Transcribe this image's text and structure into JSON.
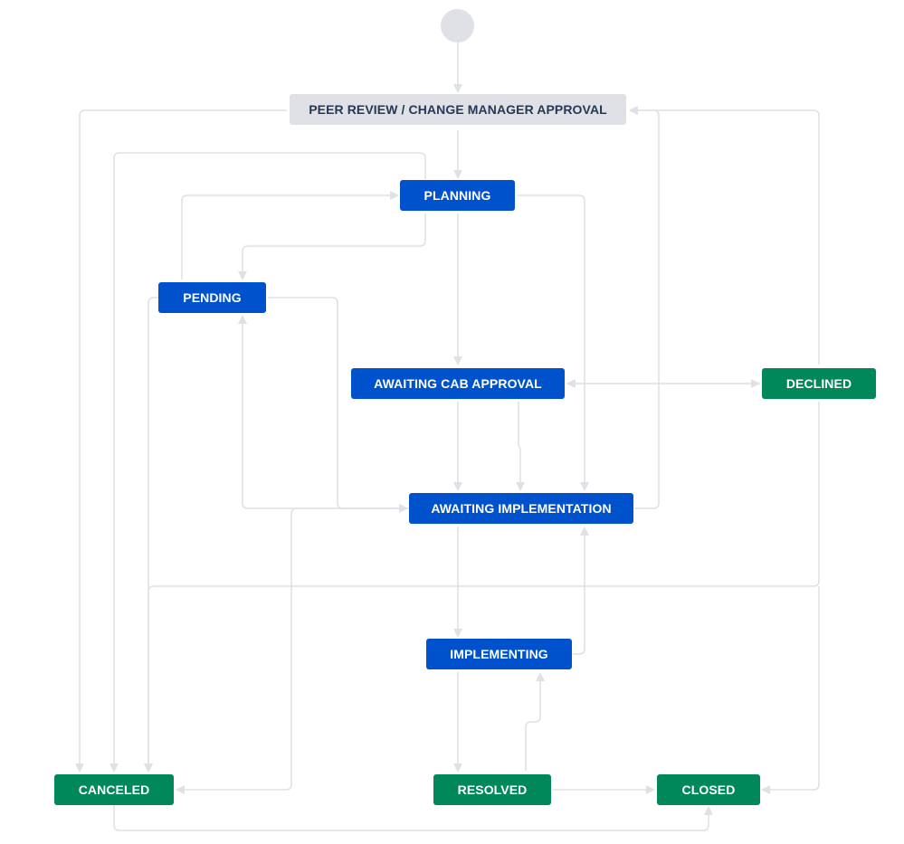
{
  "diagram": {
    "colors": {
      "gray_status": "#dfe1e6",
      "in_progress": "#0052cc",
      "done": "#00875a",
      "edge": "#dfe1e6"
    },
    "statuses": {
      "peer_review": "PEER REVIEW / CHANGE MANAGER APPROVAL",
      "planning": "PLANNING",
      "pending": "PENDING",
      "awaiting_cab": "AWAITING CAB APPROVAL",
      "declined": "DECLINED",
      "awaiting_impl": "AWAITING IMPLEMENTATION",
      "implementing": "IMPLEMENTING",
      "canceled": "CANCELED",
      "resolved": "RESOLVED",
      "closed": "CLOSED"
    },
    "transitions": [
      {
        "from": "start",
        "to": "peer_review"
      },
      {
        "from": "peer_review",
        "to": "planning"
      },
      {
        "from": "peer_review",
        "to": "canceled"
      },
      {
        "from": "planning",
        "to": "pending"
      },
      {
        "from": "pending",
        "to": "planning"
      },
      {
        "from": "planning",
        "to": "canceled"
      },
      {
        "from": "planning",
        "to": "awaiting_cab"
      },
      {
        "from": "planning",
        "to": "awaiting_impl"
      },
      {
        "from": "pending",
        "to": "awaiting_impl"
      },
      {
        "from": "awaiting_impl",
        "to": "pending"
      },
      {
        "from": "pending",
        "to": "canceled"
      },
      {
        "from": "awaiting_cab",
        "to": "awaiting_impl"
      },
      {
        "from": "awaiting_cab",
        "to": "declined"
      },
      {
        "from": "declined",
        "to": "awaiting_cab"
      },
      {
        "from": "declined",
        "to": "peer_review"
      },
      {
        "from": "declined",
        "to": "canceled"
      },
      {
        "from": "declined",
        "to": "closed"
      },
      {
        "from": "awaiting_impl",
        "to": "peer_review"
      },
      {
        "from": "awaiting_impl",
        "to": "implementing"
      },
      {
        "from": "implementing",
        "to": "awaiting_impl"
      },
      {
        "from": "awaiting_impl",
        "to": "canceled"
      },
      {
        "from": "implementing",
        "to": "resolved"
      },
      {
        "from": "resolved",
        "to": "implementing"
      },
      {
        "from": "resolved",
        "to": "closed"
      },
      {
        "from": "canceled",
        "to": "closed"
      }
    ]
  }
}
